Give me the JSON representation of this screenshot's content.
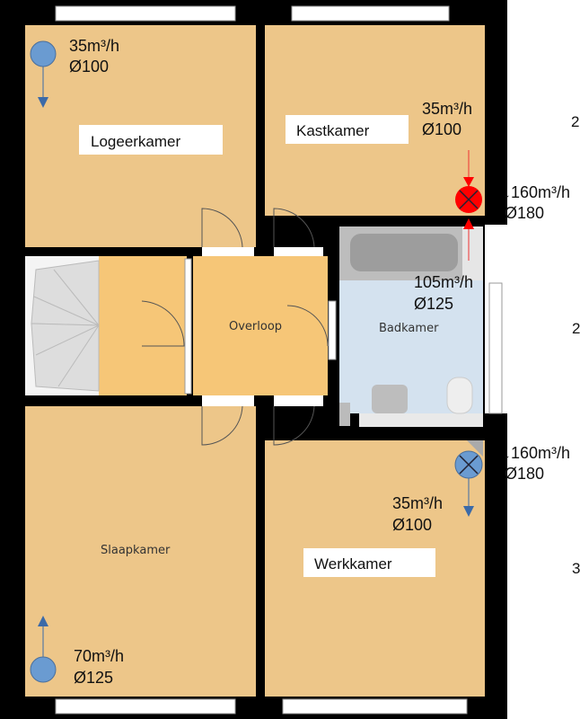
{
  "rooms": {
    "logeerkamer": "Logeerkamer",
    "kastkamer": "Kastkamer",
    "overloop": "Overloop",
    "badkamer": "Badkamer",
    "slaapkamer": "Slaapkamer",
    "werkkamer": "Werkkamer"
  },
  "vents": [
    {
      "room": "Logeerkamer",
      "flow": "35m³/h",
      "diameter": "Ø100",
      "type": "supply",
      "color": "#6A9BD1"
    },
    {
      "room": "Kastkamer",
      "flow": "35m³/h",
      "diameter": "Ø100"
    },
    {
      "room": "exhaust-top",
      "flow": "↓160m³/h",
      "diameter": "Ø180",
      "type": "exhaust",
      "color": "#FF0000"
    },
    {
      "room": "Badkamer",
      "flow": "105m³/h",
      "diameter": "Ø125"
    },
    {
      "room": "exhaust-bottom",
      "flow": "↓160m³/h",
      "diameter": "Ø180",
      "type": "supply",
      "color": "#6A9BD1"
    },
    {
      "room": "Werkkamer",
      "flow": "35m³/h",
      "diameter": "Ø100"
    },
    {
      "room": "Slaapkamer",
      "flow": "70m³/h",
      "diameter": "Ø125",
      "type": "supply",
      "color": "#6A9BD1"
    }
  ],
  "edge_marks": [
    "2",
    "2",
    "3"
  ],
  "colors": {
    "room": "#EDC689",
    "landing": "#F6C677",
    "bath": "#D4E2EF",
    "wall": "#000000"
  }
}
